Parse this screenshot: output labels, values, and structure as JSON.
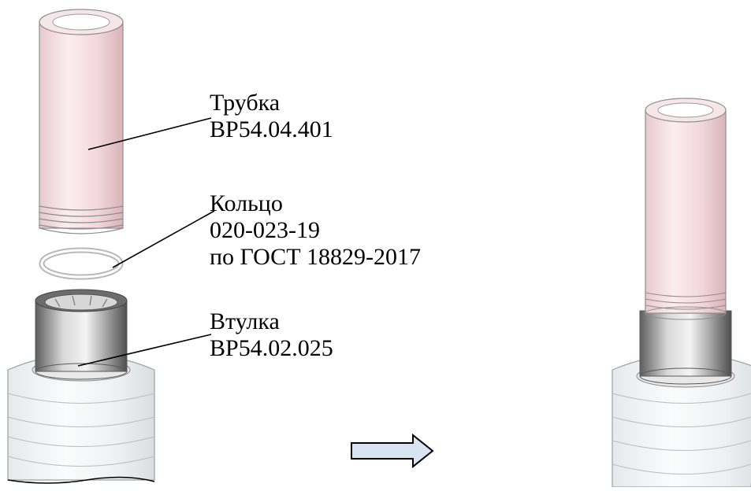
{
  "labels": {
    "tube": {
      "name": "Трубка",
      "code": "ВР54.04.401"
    },
    "ring": {
      "name": "Кольцо",
      "code": "020-023-19",
      "standard": "по ГОСТ 18829-2017"
    },
    "sleeve": {
      "name": "Втулка",
      "code": "ВР54.02.025"
    }
  },
  "colors": {
    "tube_fill": "#f4dde0",
    "tube_stroke": "#9a8a8d",
    "sleeve_metal": "#9a9a9a",
    "housing": "#f2f4f5",
    "arrow_fill": "#d9e4f3",
    "arrow_stroke": "#000000"
  },
  "icons": {
    "assembly_arrow": "right-arrow-icon"
  }
}
